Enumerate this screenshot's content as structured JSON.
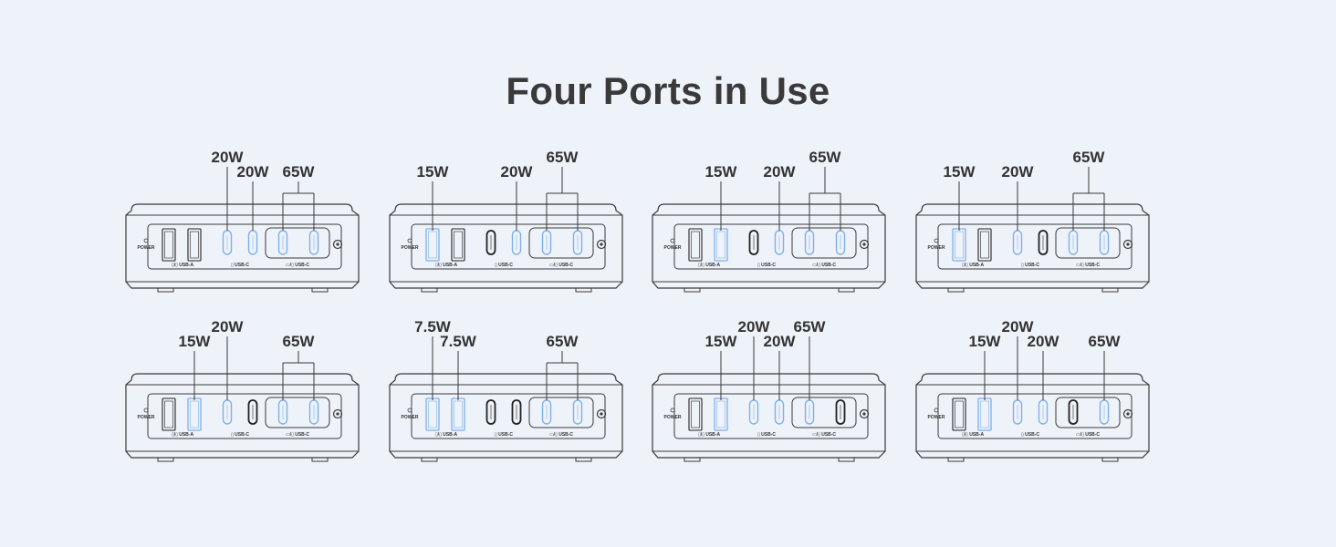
{
  "title": "Four Ports in Use",
  "colors": {
    "active": "#7fb0ea",
    "inactive": "#222222",
    "body": "#3a3a3a",
    "background": "#eef2f9"
  },
  "device_labels": {
    "power": "POWER",
    "usb_a": "USB-A",
    "usb_c": "USB-C",
    "usb_c_combo": "USB-C"
  },
  "configs": [
    {
      "ports": [
        "A",
        "A",
        "C",
        "C",
        "C",
        "C"
      ],
      "active": [
        false,
        false,
        true,
        true,
        true,
        true
      ],
      "labels": [
        {
          "text": "20W",
          "ports": [
            2
          ],
          "level": 3
        },
        {
          "text": "20W",
          "ports": [
            3
          ],
          "level": 2
        },
        {
          "text": "65W",
          "ports": [
            4,
            5
          ],
          "level": 2
        }
      ]
    },
    {
      "ports": [
        "A",
        "A",
        "C",
        "C",
        "C",
        "C"
      ],
      "active": [
        true,
        false,
        false,
        true,
        true,
        true
      ],
      "labels": [
        {
          "text": "15W",
          "ports": [
            0
          ],
          "level": 2
        },
        {
          "text": "20W",
          "ports": [
            3
          ],
          "level": 2
        },
        {
          "text": "65W",
          "ports": [
            4,
            5
          ],
          "level": 3
        }
      ]
    },
    {
      "ports": [
        "A",
        "A",
        "C",
        "C",
        "C",
        "C"
      ],
      "active": [
        false,
        true,
        false,
        true,
        true,
        true
      ],
      "labels": [
        {
          "text": "15W",
          "ports": [
            1
          ],
          "level": 2
        },
        {
          "text": "20W",
          "ports": [
            3
          ],
          "level": 2
        },
        {
          "text": "65W",
          "ports": [
            4,
            5
          ],
          "level": 3
        }
      ]
    },
    {
      "ports": [
        "A",
        "A",
        "C",
        "C",
        "C",
        "C"
      ],
      "active": [
        true,
        false,
        true,
        false,
        true,
        true
      ],
      "labels": [
        {
          "text": "15W",
          "ports": [
            0
          ],
          "level": 2
        },
        {
          "text": "20W",
          "ports": [
            2
          ],
          "level": 2
        },
        {
          "text": "65W",
          "ports": [
            4,
            5
          ],
          "level": 3
        }
      ]
    },
    {
      "ports": [
        "A",
        "A",
        "C",
        "C",
        "C",
        "C"
      ],
      "active": [
        false,
        true,
        true,
        false,
        true,
        true
      ],
      "labels": [
        {
          "text": "15W",
          "ports": [
            1
          ],
          "level": 2
        },
        {
          "text": "20W",
          "ports": [
            2
          ],
          "level": 3
        },
        {
          "text": "65W",
          "ports": [
            4,
            5
          ],
          "level": 2
        }
      ]
    },
    {
      "ports": [
        "A",
        "A",
        "C",
        "C",
        "C",
        "C"
      ],
      "active": [
        true,
        true,
        false,
        false,
        true,
        true
      ],
      "labels": [
        {
          "text": "7.5W",
          "ports": [
            0
          ],
          "level": 3
        },
        {
          "text": "7.5W",
          "ports": [
            1
          ],
          "level": 2
        },
        {
          "text": "65W",
          "ports": [
            4,
            5
          ],
          "level": 2
        }
      ]
    },
    {
      "ports": [
        "A",
        "A",
        "C",
        "C",
        "C",
        "C"
      ],
      "active": [
        false,
        true,
        true,
        true,
        true,
        false
      ],
      "labels": [
        {
          "text": "15W",
          "ports": [
            1
          ],
          "level": 2
        },
        {
          "text": "20W",
          "ports": [
            2
          ],
          "level": 3
        },
        {
          "text": "20W",
          "ports": [
            3
          ],
          "level": 2
        },
        {
          "text": "65W",
          "ports": [
            4
          ],
          "level": 3
        }
      ]
    },
    {
      "ports": [
        "A",
        "A",
        "C",
        "C",
        "C",
        "C"
      ],
      "active": [
        false,
        true,
        true,
        true,
        false,
        true
      ],
      "labels": [
        {
          "text": "15W",
          "ports": [
            1
          ],
          "level": 2
        },
        {
          "text": "20W",
          "ports": [
            2
          ],
          "level": 3
        },
        {
          "text": "20W",
          "ports": [
            3
          ],
          "level": 2
        },
        {
          "text": "65W",
          "ports": [
            5
          ],
          "level": 2
        }
      ]
    }
  ]
}
